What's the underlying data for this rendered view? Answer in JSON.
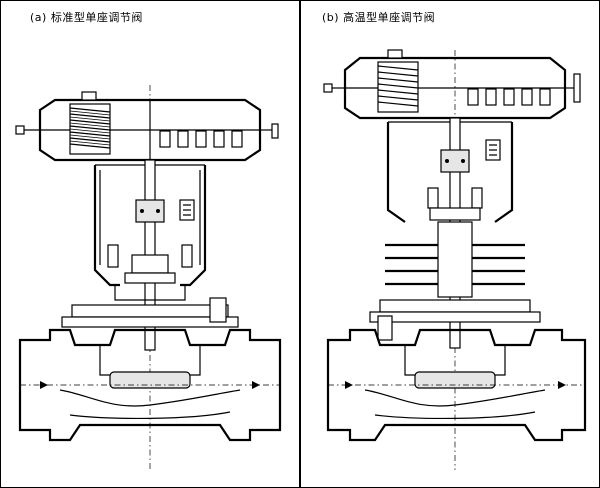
{
  "panels": [
    {
      "label": "(a)",
      "title": "标准型单座调节阀"
    },
    {
      "label": "(b)",
      "title": "高温型单座调节阀"
    }
  ]
}
